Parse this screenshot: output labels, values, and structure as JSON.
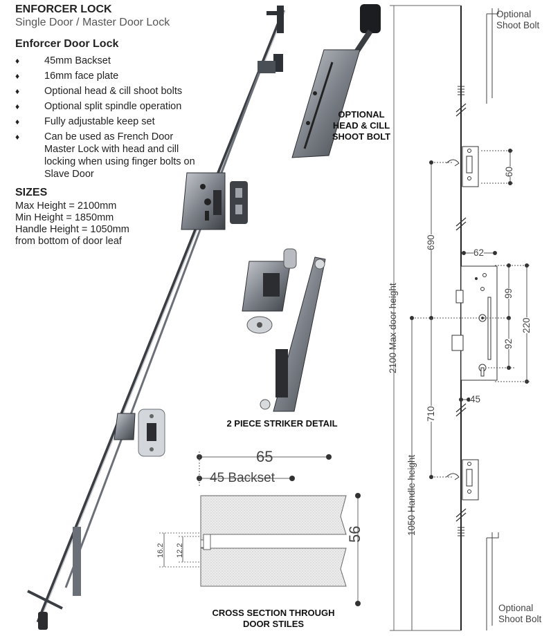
{
  "header": {
    "title": "ENFORCER LOCK",
    "subtitle": "Single Door / Master Door Lock"
  },
  "features": {
    "heading": "Enforcer Door Lock",
    "bullet": "♦",
    "items": [
      "45mm Backset",
      "16mm face plate",
      "Optional head & cill shoot bolts",
      "Optional split spindle operation",
      "Fully adjustable keep set",
      "Can be used as French Door Master Lock with head and cill locking when using finger bolts on Slave Door"
    ]
  },
  "sizes": {
    "heading": "SIZES",
    "lines": [
      "Max Height = 2100mm",
      "Min Height = 1850mm",
      "Handle Height = 1050mm",
      "from bottom of door leaf"
    ]
  },
  "captions": {
    "shoot_bolt": [
      "OPTIONAL",
      "HEAD & CILL",
      "SHOOT BOLT"
    ],
    "striker": "2 PIECE STRIKER DETAIL",
    "cross_section": [
      "CROSS SECTION THROUGH",
      "DOOR STILES"
    ]
  },
  "cross_section": {
    "dim_65": "65",
    "dim_backset": "45 Backset",
    "dim_56": "56",
    "dim_16_2": "16.2",
    "dim_12_2": "12.2"
  },
  "elevation": {
    "top_label": [
      "Optional",
      "Shoot Bolt"
    ],
    "bottom_label": [
      "Optional",
      "Shoot Bolt"
    ],
    "max_height": "2100 Max door height",
    "handle_height": "1050 Handle height",
    "dims": {
      "d60": "60",
      "d690": "690",
      "d62": "62",
      "d99": "99",
      "d220": "220",
      "d92": "92",
      "d710": "710",
      "d45": "45"
    }
  },
  "colors": {
    "metal": "#8a8f96",
    "metal_dark": "#3a3d42",
    "hatch": "#bfbfbf",
    "dim_line": "#555555"
  }
}
